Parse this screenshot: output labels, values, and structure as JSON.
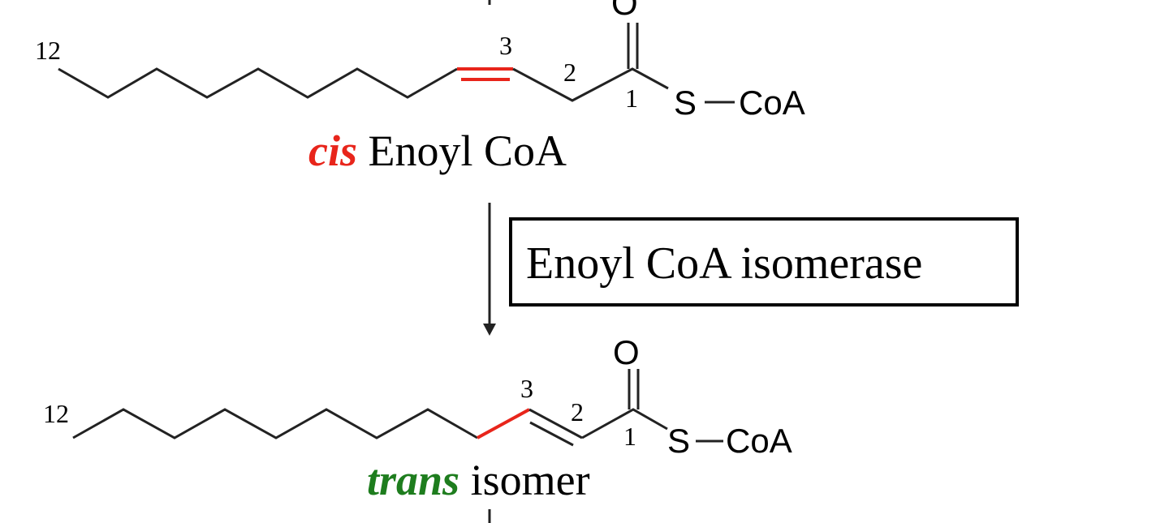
{
  "molecule_top": {
    "carbon_numbers": {
      "c12": "12",
      "c3": "3",
      "c2": "2",
      "c1": "1"
    },
    "oxygen": "O",
    "sulfur": "S",
    "coa": "CoA",
    "name_prefix": "cis",
    "name_rest": " Enoyl CoA"
  },
  "enzyme": {
    "label": "Enoyl CoA isomerase"
  },
  "molecule_bottom": {
    "carbon_numbers": {
      "c12": "12",
      "c3": "3",
      "c2": "2",
      "c1": "1"
    },
    "oxygen": "O",
    "sulfur": "S",
    "coa": "CoA",
    "name_prefix": "trans",
    "name_rest": " isomer"
  },
  "colors": {
    "bond": "#222222",
    "cis_highlight": "#e8251b",
    "trans_highlight": "#1e7d1e",
    "box_border": "#000000"
  }
}
